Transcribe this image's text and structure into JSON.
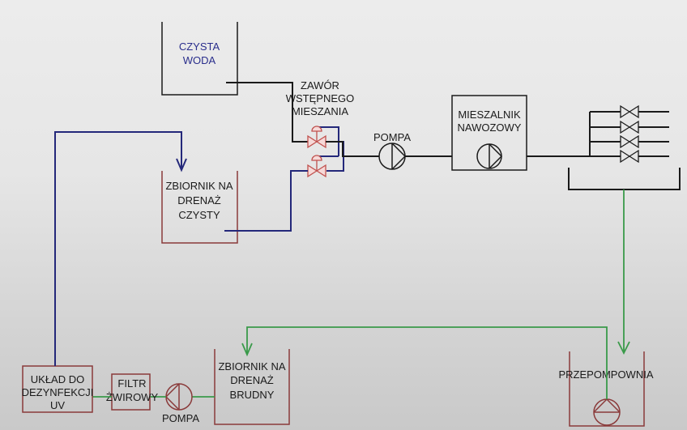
{
  "colors": {
    "line_black": "#1a1a1a",
    "line_blue": "#24287a",
    "line_green": "#3a9a4a",
    "tank_red": "#8a3a3a",
    "valve_red": "#c0504d",
    "text_blue": "#2a2e8c"
  },
  "labels": {
    "clean_water_1": "CZYSTA",
    "clean_water_2": "WODA",
    "premix_valve_1": "ZAWÓR",
    "premix_valve_2": "WSTĘPNEGO",
    "premix_valve_3": "MIESZANIA",
    "pump_main": "POMPA",
    "mixer_1": "MIESZALNIK",
    "mixer_2": "NAWOZOWY",
    "clean_drain_1": "ZBIORNIK NA",
    "clean_drain_2": "DRENAŻ",
    "clean_drain_3": "CZYSTY",
    "dirty_drain_1": "ZBIORNIK NA",
    "dirty_drain_2": "DRENAŻ",
    "dirty_drain_3": "BRUDNY",
    "uv_1": "UKŁAD DO",
    "uv_2": "DEZYNFEKCJI",
    "uv_3": "UV",
    "filter_1": "FILTR",
    "filter_2": "ŻWIROWY",
    "pump_bottom": "POMPA",
    "pumping_station": "PRZEPOMPOWNIA"
  }
}
